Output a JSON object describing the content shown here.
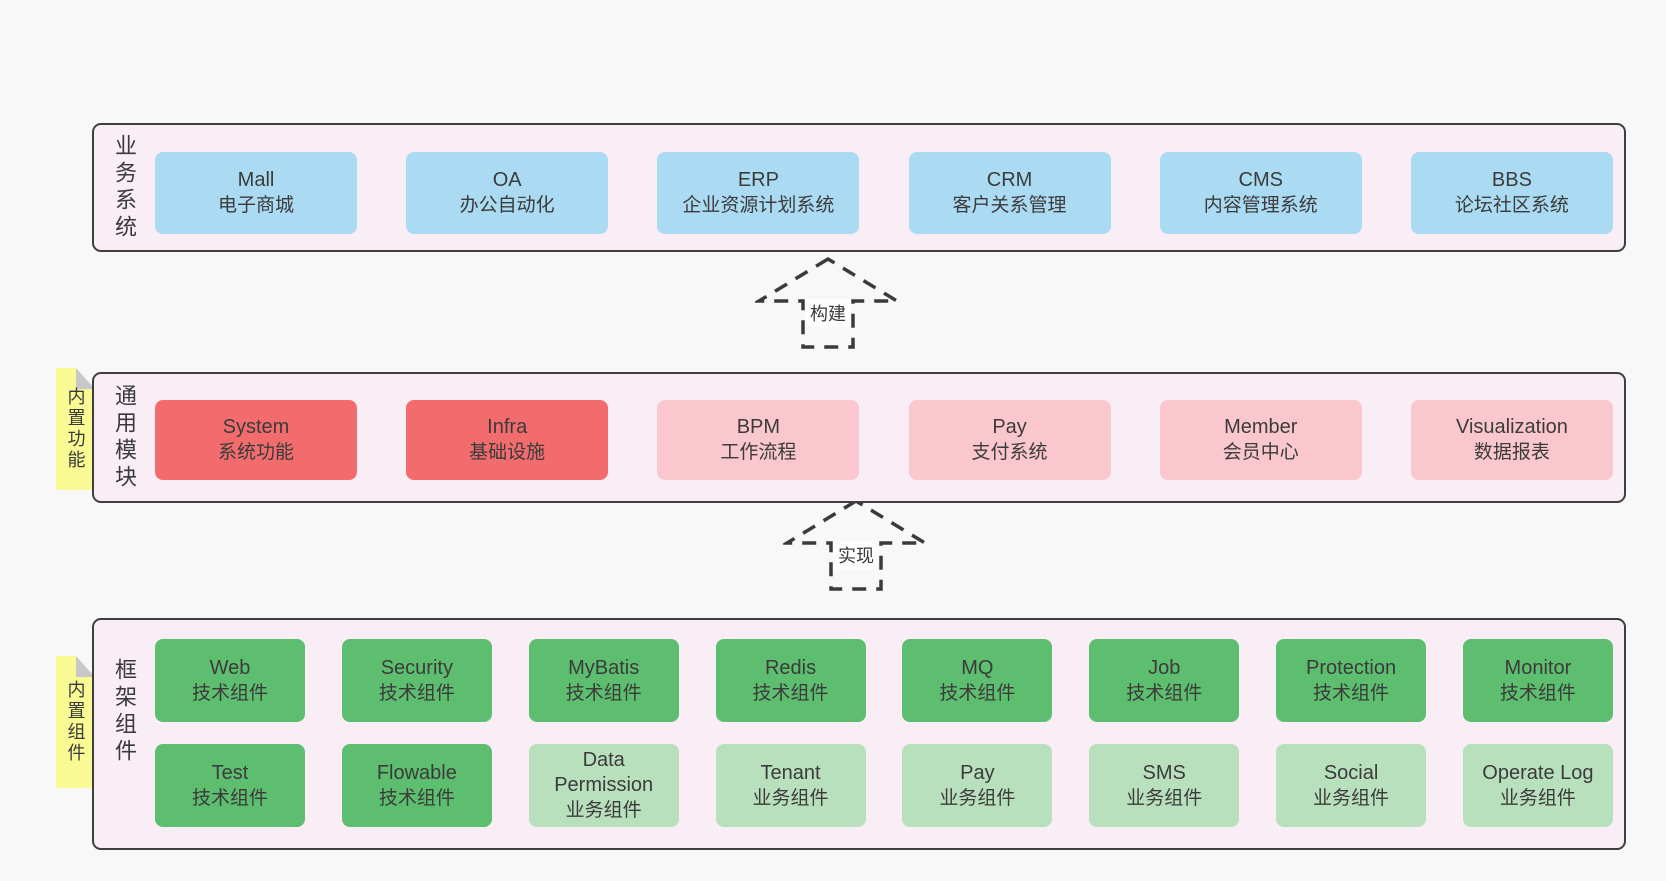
{
  "layers": {
    "business": {
      "label": "业务系统",
      "boxes": [
        {
          "name": "Mall",
          "desc": "电子商城"
        },
        {
          "name": "OA",
          "desc": "办公自动化"
        },
        {
          "name": "ERP",
          "desc": "企业资源计划系统"
        },
        {
          "name": "CRM",
          "desc": "客户关系管理"
        },
        {
          "name": "CMS",
          "desc": "内容管理系统"
        },
        {
          "name": "BBS",
          "desc": "论坛社区系统"
        }
      ]
    },
    "common": {
      "label": "通用模块",
      "sticky": "内置功能",
      "boxes": [
        {
          "name": "System",
          "desc": "系统功能"
        },
        {
          "name": "Infra",
          "desc": "基础设施"
        },
        {
          "name": "BPM",
          "desc": "工作流程"
        },
        {
          "name": "Pay",
          "desc": "支付系统"
        },
        {
          "name": "Member",
          "desc": "会员中心"
        },
        {
          "name": "Visualization",
          "desc": "数据报表"
        }
      ]
    },
    "framework": {
      "label": "框架组件",
      "sticky": "内置组件",
      "row1": [
        {
          "name": "Web",
          "desc": "技术组件"
        },
        {
          "name": "Security",
          "desc": "技术组件"
        },
        {
          "name": "MyBatis",
          "desc": "技术组件"
        },
        {
          "name": "Redis",
          "desc": "技术组件"
        },
        {
          "name": "MQ",
          "desc": "技术组件"
        },
        {
          "name": "Job",
          "desc": "技术组件"
        },
        {
          "name": "Protection",
          "desc": "技术组件"
        },
        {
          "name": "Monitor",
          "desc": "技术组件"
        }
      ],
      "row2": [
        {
          "name": "Test",
          "desc": "技术组件"
        },
        {
          "name": "Flowable",
          "desc": "技术组件"
        },
        {
          "name": "Data Permission",
          "desc": "业务组件"
        },
        {
          "name": "Tenant",
          "desc": "业务组件"
        },
        {
          "name": "Pay",
          "desc": "业务组件"
        },
        {
          "name": "SMS",
          "desc": "业务组件"
        },
        {
          "name": "Social",
          "desc": "业务组件"
        },
        {
          "name": "Operate Log",
          "desc": "业务组件"
        }
      ]
    }
  },
  "arrows": {
    "build": "构建",
    "implement": "实现"
  },
  "colors": {
    "page_bg": "#f8f8f8",
    "panel_bg": "#f9eef6",
    "panel_border": "#3f3f3f",
    "blue": "#abdbf3",
    "red": "#f26c6e",
    "pink": "#fac7cf",
    "green_dark": "#5cbe6e",
    "green_light": "#b8e0bc",
    "sticky_yellow": "#fafa94",
    "sticky_fold": "#c8c8c8"
  }
}
